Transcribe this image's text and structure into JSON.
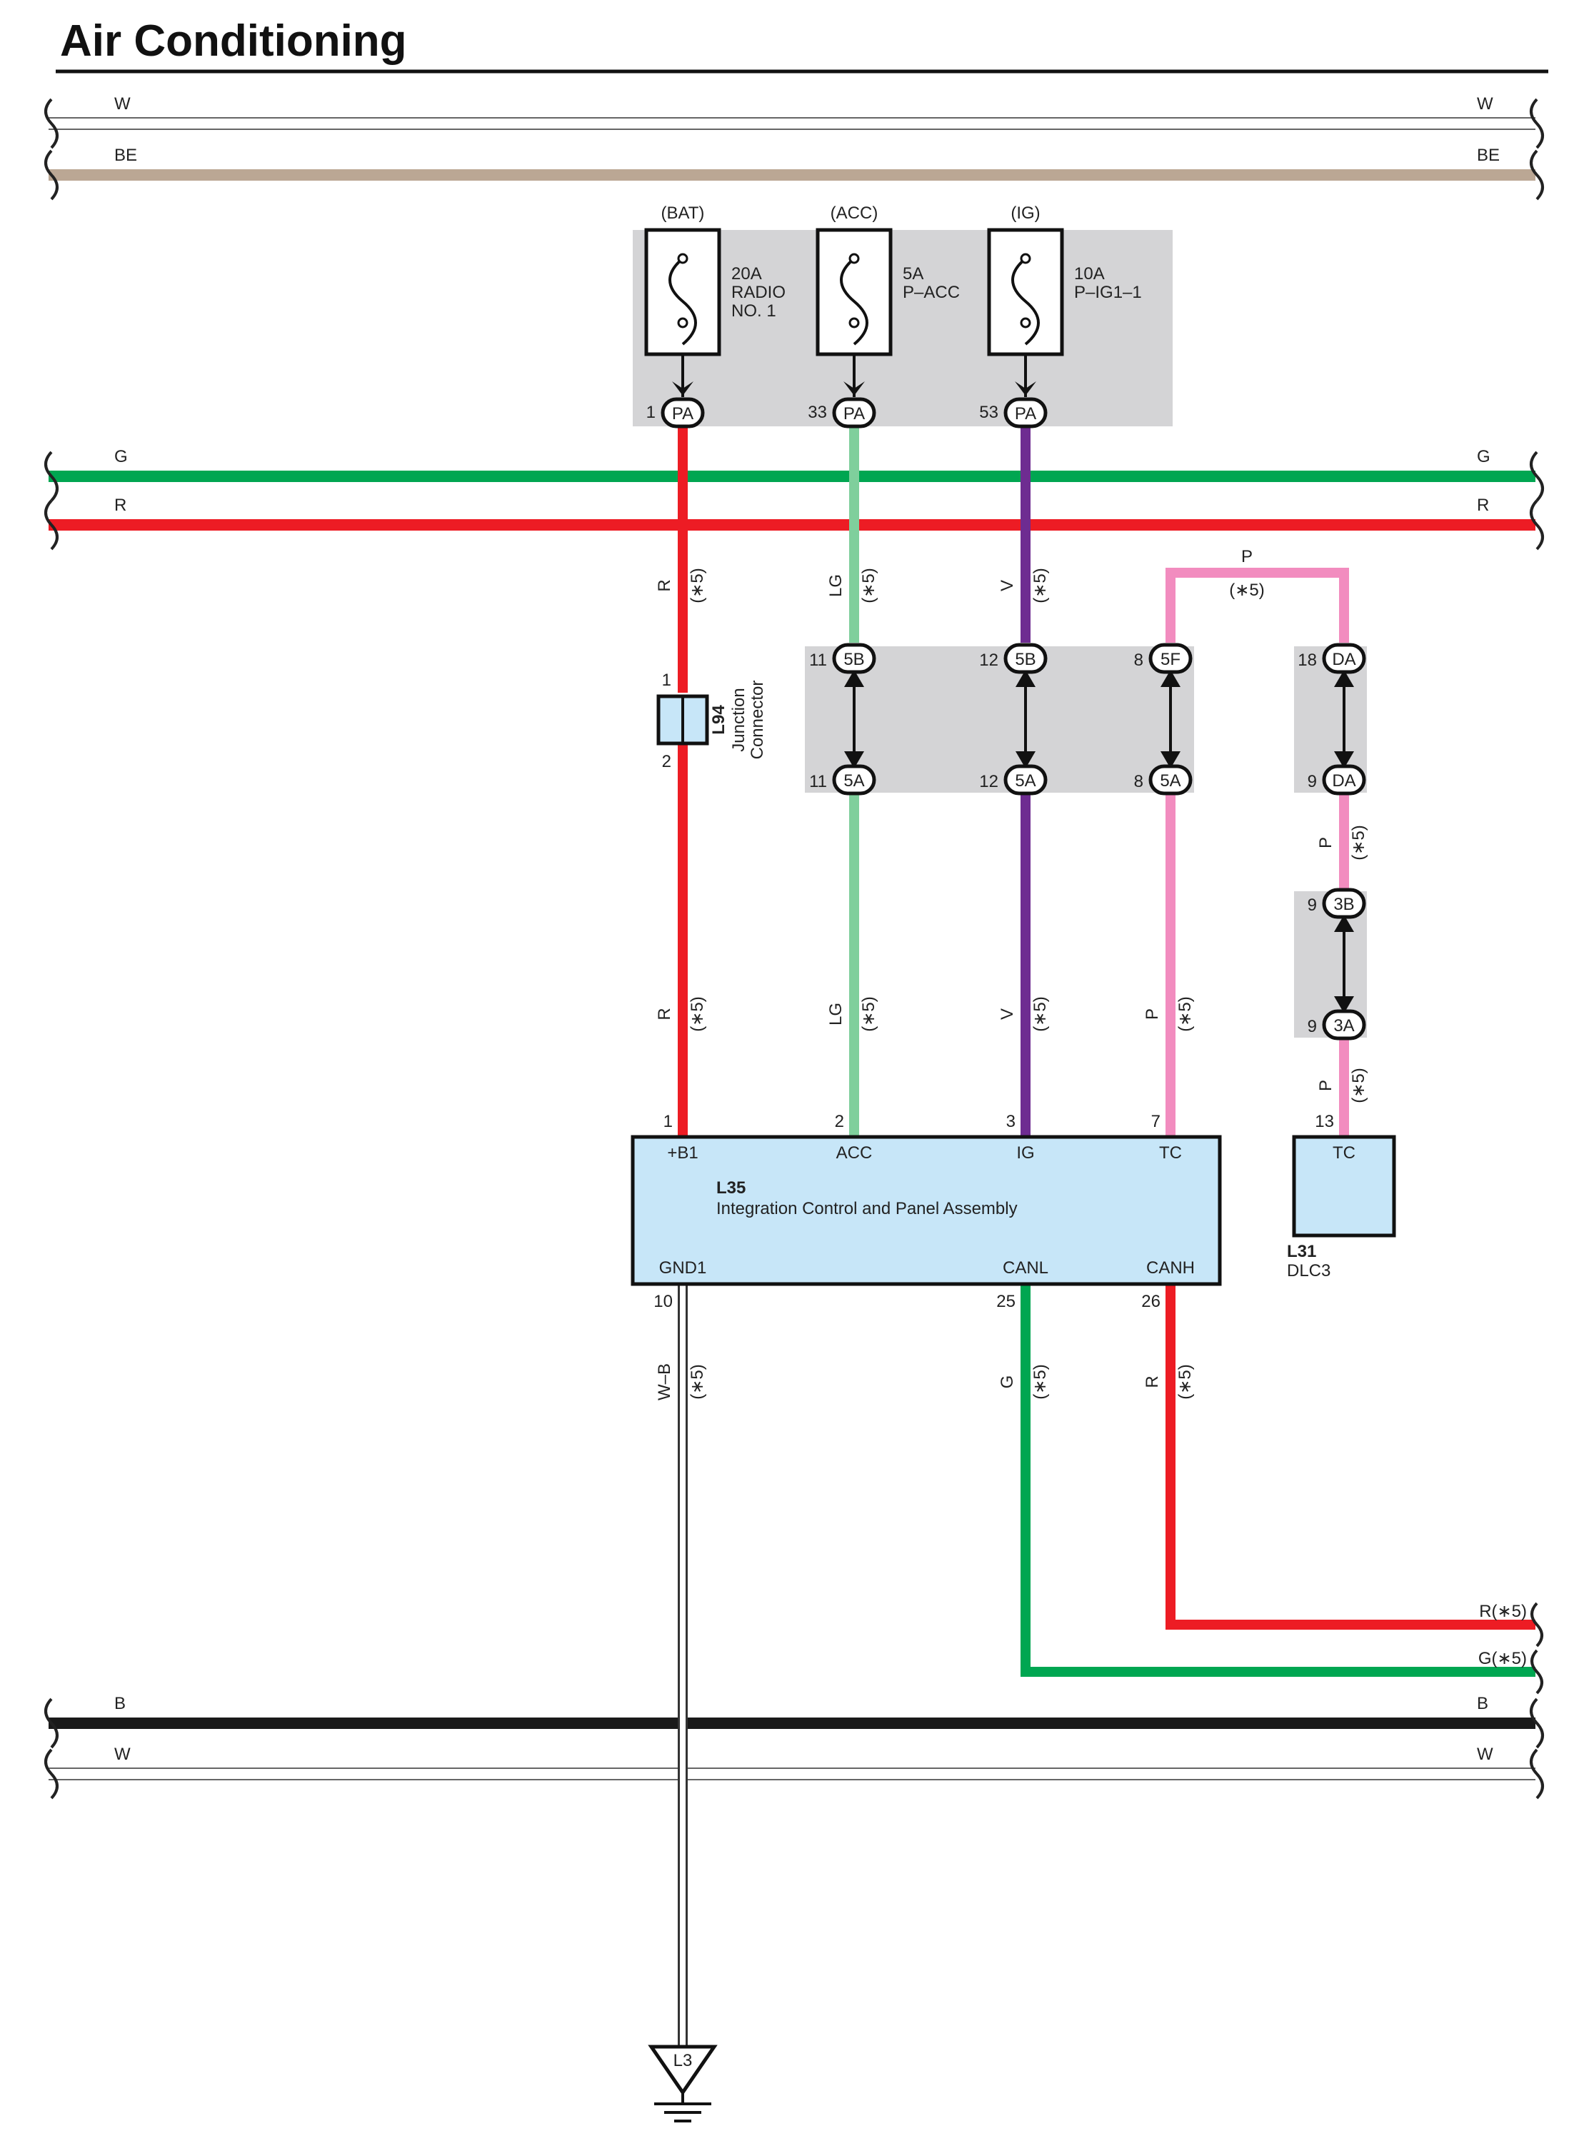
{
  "title": "Air Conditioning",
  "colors": {
    "W": "#ffffff",
    "BE": "#bba794",
    "G": "#00a651",
    "R": "#ed1c24",
    "LG": "#7fcf9c",
    "V": "#6e2c91",
    "P": "#f28cbf",
    "B": "#1a1a1a",
    "box": "#d4d4d6",
    "component": "#c7e6f8"
  },
  "buses": {
    "top": [
      {
        "label_left": "W",
        "label_right": "W",
        "color": "W"
      },
      {
        "label_left": "BE",
        "label_right": "BE",
        "color": "BE"
      },
      {
        "label_left": "G",
        "label_right": "G",
        "color": "G"
      },
      {
        "label_left": "R",
        "label_right": "R",
        "color": "R"
      }
    ],
    "bottom": [
      {
        "label_left": "B",
        "label_right": "B",
        "color": "B"
      },
      {
        "label_left": "W",
        "label_right": "W",
        "color": "W"
      }
    ],
    "can": [
      {
        "label": "R(∗5)",
        "color": "R"
      },
      {
        "label": "G(∗5)",
        "color": "G"
      }
    ]
  },
  "fuses": [
    {
      "source": "(BAT)",
      "rating": "20A",
      "name_line1": "RADIO",
      "name_line2": "NO. 1",
      "pin": "1",
      "connector": "PA"
    },
    {
      "source": "(ACC)",
      "rating": "5A",
      "name_line1": "P–ACC",
      "name_line2": "",
      "pin": "33",
      "connector": "PA"
    },
    {
      "source": "(IG)",
      "rating": "10A",
      "name_line1": "P–IG1–1",
      "name_line2": "",
      "pin": "53",
      "connector": "PA"
    }
  ],
  "wire_labels": {
    "r_top": {
      "color": "R",
      "note": "(∗5)"
    },
    "lg_top": {
      "color": "LG",
      "note": "(∗5)"
    },
    "v_top": {
      "color": "V",
      "note": "(∗5)"
    },
    "p_top_label": "P",
    "p_top_note": "(∗5)",
    "r_mid": {
      "color": "R",
      "note": "(∗5)"
    },
    "lg_mid": {
      "color": "LG",
      "note": "(∗5)"
    },
    "v_mid": {
      "color": "V",
      "note": "(∗5)"
    },
    "p_mid": {
      "color": "P",
      "note": "(∗5)"
    },
    "p_dlc_a": {
      "color": "P",
      "note": "(∗5)"
    },
    "p_dlc_b": {
      "color": "P",
      "note": "(∗5)"
    },
    "wb_gnd": {
      "color": "W–B",
      "note": "(∗5)"
    },
    "g_can": {
      "color": "G",
      "note": "(∗5)"
    },
    "r_can": {
      "color": "R",
      "note": "(∗5)"
    }
  },
  "junction_connectors": {
    "j5": [
      {
        "pin_top": "11",
        "conn_top": "5B",
        "pin_bot": "11",
        "conn_bot": "5A"
      },
      {
        "pin_top": "12",
        "conn_top": "5B",
        "pin_bot": "12",
        "conn_bot": "5A"
      },
      {
        "pin_top": "8",
        "conn_top": "5F",
        "pin_bot": "8",
        "conn_bot": "5A"
      }
    ],
    "da": {
      "pin_top": "18",
      "conn_top": "DA",
      "pin_bot": "9",
      "conn_bot": "DA"
    },
    "j3": {
      "pin_top": "9",
      "conn_top": "3B",
      "pin_bot": "9",
      "conn_bot": "3A"
    }
  },
  "l94": {
    "code": "L94",
    "name_line1": "Junction",
    "name_line2": "Connector",
    "pin_top": "1",
    "pin_bot": "2"
  },
  "l35": {
    "code": "L35",
    "name": "Integration Control and Panel Assembly",
    "top_pins": [
      {
        "num": "1",
        "name": "+B1"
      },
      {
        "num": "2",
        "name": "ACC"
      },
      {
        "num": "3",
        "name": "IG"
      },
      {
        "num": "7",
        "name": "TC"
      }
    ],
    "bottom_pins": [
      {
        "num": "10",
        "name": "GND1"
      },
      {
        "num": "25",
        "name": "CANL"
      },
      {
        "num": "26",
        "name": "CANH"
      }
    ]
  },
  "l31": {
    "code": "L31",
    "name": "DLC3",
    "pin_num": "13",
    "pin_name": "TC"
  },
  "ground": {
    "code": "L3"
  }
}
